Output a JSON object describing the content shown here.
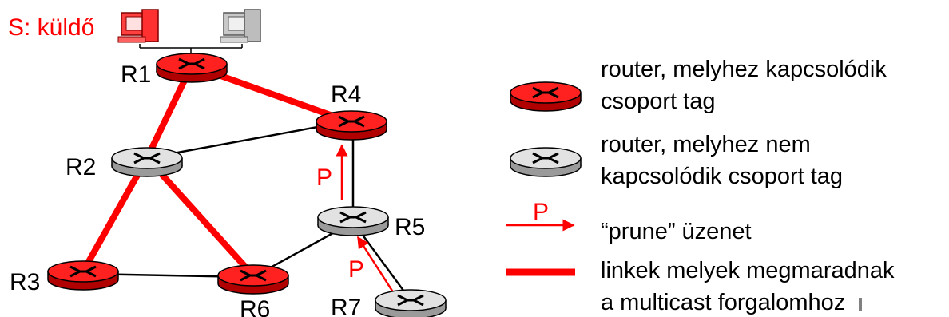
{
  "sender_label": "S: küldő",
  "routers": {
    "R1": {
      "label": "R1",
      "member": true
    },
    "R2": {
      "label": "R2",
      "member": false
    },
    "R3": {
      "label": "R3",
      "member": true
    },
    "R4": {
      "label": "R4",
      "member": true
    },
    "R5": {
      "label": "R5",
      "member": false
    },
    "R6": {
      "label": "R6",
      "member": true
    },
    "R7": {
      "label": "R7",
      "member": false
    }
  },
  "prune_label": "P",
  "legend": {
    "member_router": {
      "line1": "router, melyhez kapcsolódik",
      "line2": "csoport tag"
    },
    "nonmember_router": {
      "line1": "router, melyhez nem",
      "line2": "kapcsolódik csoport tag"
    },
    "prune": {
      "arrow_label": "P",
      "text": "“prune” üzenet"
    },
    "kept_links": {
      "line1": "linkek melyek megmaradnak",
      "line2": "a multicast forgalomhoz"
    }
  },
  "colors": {
    "member_fill": "#ff0000",
    "nonmember_fill": "#d9d9d9",
    "kept_link": "#ff0000",
    "plain_link": "#000000",
    "prune_arrow": "#ff0000"
  },
  "icons": [
    "red-computer-icon",
    "gray-computer-icon",
    "router-icon"
  ]
}
